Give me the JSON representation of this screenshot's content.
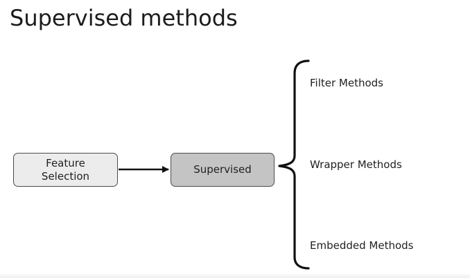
{
  "slide": {
    "title": "Supervised methods"
  },
  "nodes": {
    "feature_selection": {
      "line1": "Feature",
      "line2": "Selection"
    },
    "supervised": {
      "label": "Supervised"
    }
  },
  "methods": [
    "Filter Methods",
    "Wrapper Methods",
    "Embedded Methods"
  ]
}
